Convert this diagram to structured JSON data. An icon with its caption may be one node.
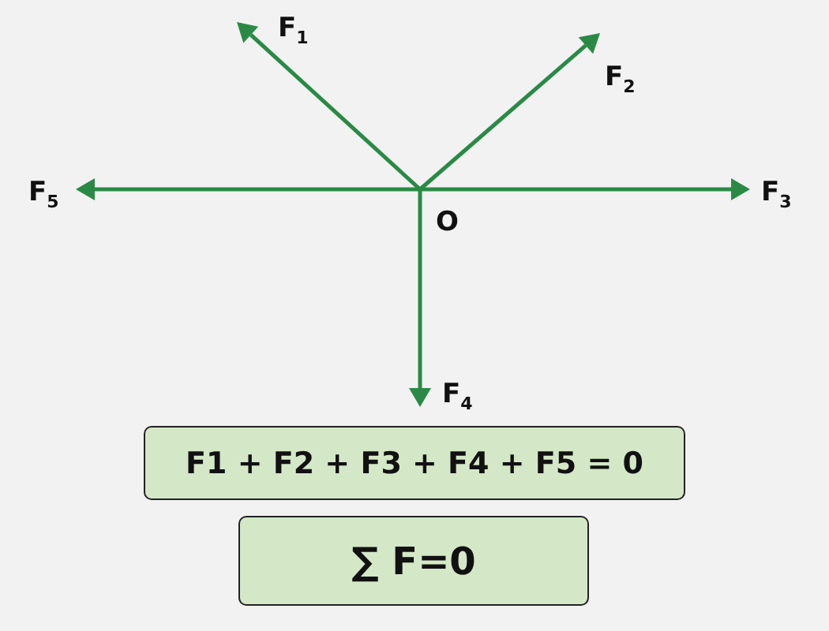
{
  "diagram": {
    "nodes": [
      {
        "text": [
          "F1 + F2 + F3 + F4 + F5 = 0"
        ]
      },
      {
        "text": [
          "∑ F=0"
        ]
      }
    ],
    "labels": [
      "F$_{1}$",
      "F$_{2}$",
      "F$_{5}$",
      "F$_{3}$",
      "O",
      "F$_{4}$"
    ]
  }
}
